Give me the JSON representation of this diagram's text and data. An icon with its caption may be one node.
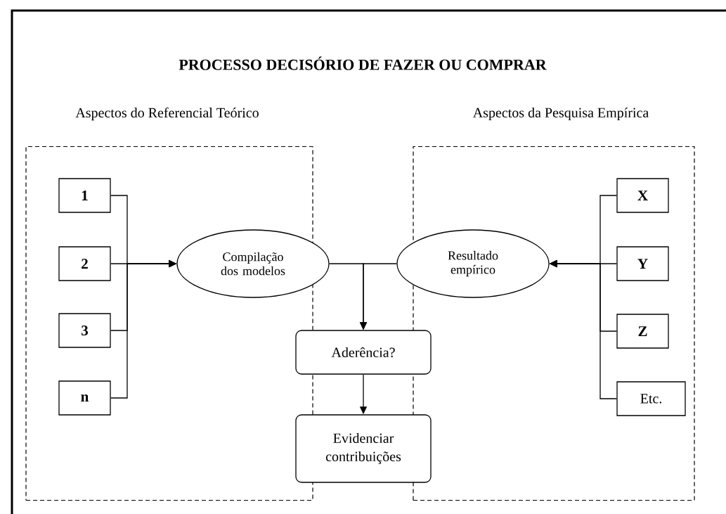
{
  "diagram": {
    "title": "PROCESSO DECISÓRIO DE FAZER OU COMPRAR",
    "nodes": [
      {
        "text": [
          "Aspectos do Referencial Teórico"
        ]
      },
      {
        "text": [
          "1"
        ],
        "in": 0
      },
      {
        "text": [
          "2"
        ],
        "in": 0
      },
      {
        "text": [
          "3"
        ],
        "in": 0
      },
      {
        "text": [
          "n"
        ],
        "in": 0
      },
      {
        "text": [
          "Aspectos da Pesquisa Empírica"
        ]
      },
      {
        "text": [
          "X"
        ],
        "in": 5
      },
      {
        "text": [
          "Y"
        ],
        "in": 5
      },
      {
        "text": [
          "Z"
        ],
        "in": 5
      },
      {
        "text": [
          "Etc."
        ],
        "in": 5
      },
      {
        "text": [
          "Compilação dos modelos"
        ]
      },
      {
        "text": [
          "Resultado empírico"
        ]
      },
      {
        "text": [
          "Aderência?"
        ]
      },
      {
        "text": [
          "Evidenciar contribuições"
        ]
      }
    ],
    "edges": [
      {
        "from": 1,
        "to": 10,
        "arrow": "to"
      },
      {
        "from": 2,
        "to": 10,
        "arrow": "to"
      },
      {
        "from": 3,
        "to": 10,
        "arrow": "to"
      },
      {
        "from": 4,
        "to": 10,
        "arrow": "to"
      },
      {
        "from": 6,
        "to": 11,
        "arrow": "to"
      },
      {
        "from": 7,
        "to": 11,
        "arrow": "to"
      },
      {
        "from": 8,
        "to": 11,
        "arrow": "to"
      },
      {
        "from": 9,
        "to": 11,
        "arrow": "to"
      },
      {
        "from": 10,
        "to": 12,
        "arrow": "to"
      },
      {
        "from": 11,
        "to": 12,
        "arrow": "to"
      },
      {
        "from": 12,
        "to": 13,
        "arrow": "to"
      }
    ]
  }
}
